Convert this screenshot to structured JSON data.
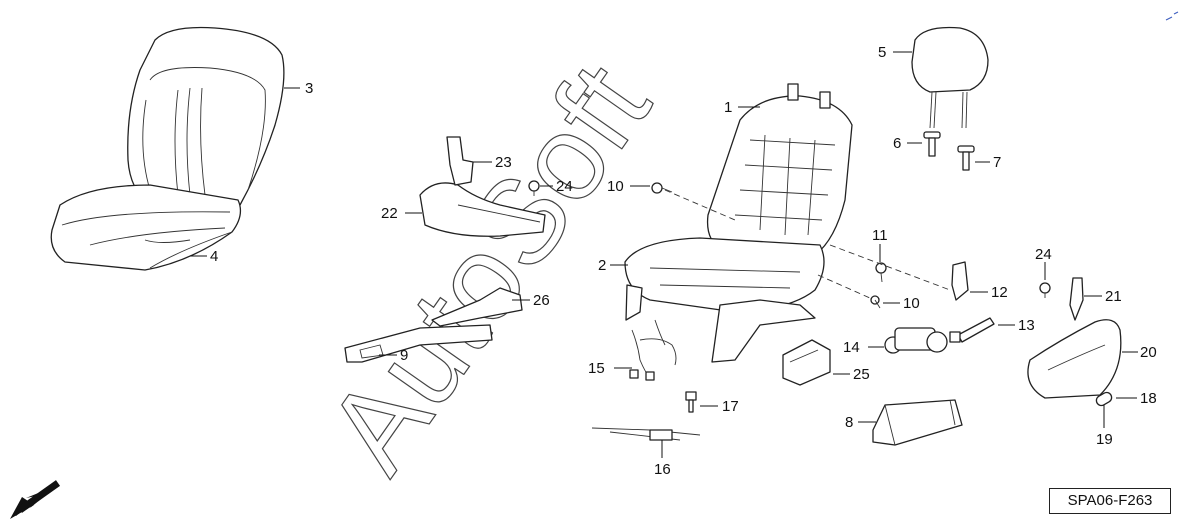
{
  "diagram_code": "SPA06-F263",
  "watermark": "AutoSoft",
  "callouts": {
    "c1": "1",
    "c2": "2",
    "c3": "3",
    "c4": "4",
    "c5": "5",
    "c6": "6",
    "c7": "7",
    "c8": "8",
    "c9": "9",
    "c10a": "10",
    "c10b": "10",
    "c11": "11",
    "c12": "12",
    "c13": "13",
    "c14": "14",
    "c15": "15",
    "c16": "16",
    "c17": "17",
    "c18": "18",
    "c19": "19",
    "c20": "20",
    "c21": "21",
    "c22": "22",
    "c23": "23",
    "c24a": "24",
    "c24b": "24",
    "c25": "25",
    "c26": "26"
  },
  "icons": {
    "orientation": "front-arrow-icon"
  }
}
